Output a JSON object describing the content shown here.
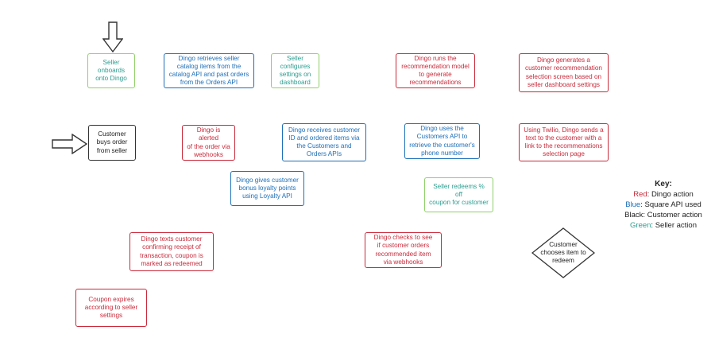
{
  "colors": {
    "red": "#c92a3a",
    "blue": "#1d6fb8",
    "black": "#222222",
    "green": "#2a9d8f",
    "green_border": "#8fd06a"
  },
  "boxes": {
    "seller_onboards": "Seller\nonboards\nonto Dingo",
    "retrieves_catalog": "Dingo retrieves seller\ncatalog items from the\ncatalog API and past orders\nfrom the Orders API",
    "seller_configures": "Seller\nconfigures\nsettings on\ndashboard",
    "runs_model": "Dingo runs the\nrecommendation model\nto generate\nrecommendations",
    "generates_screen": "Dingo generates a\ncustomer recommendation\nselection screen based on\nseller dashboard settings",
    "customer_buys": "Customer\nbuys order\nfrom seller",
    "alerted": "Dingo is alerted\nof the order via\nwebhooks",
    "receives_id": "Dingo receives customer\nID and ordered items via\nthe Customers and\nOrders APIs",
    "uses_customers_api": "Dingo uses the\nCustomers API to\nretrieve the customer's\nphone number",
    "twilio": "Using Twilio, Dingo sends a\ntext to the customer with a\nlink to the recommenations\nselection page",
    "loyalty": "Dingo gives customer\nbonus loyalty points\nusing Loyalty API",
    "seller_redeems": "Seller redeems % off\ncoupon for customer",
    "texts_customer": "Dingo texts customer\nconfirming receipt of\ntransaction, coupon is\nmarked as redeemed",
    "checks": "Dingo checks to see\nif customer orders\nrecommended item\nvia webhooks",
    "customer_chooses": "Customer\nchooses item to\nredeem",
    "coupon_expires": "Coupon expires\naccording to seller\nsettings"
  },
  "key": {
    "title": "Key:",
    "red_word": "Red",
    "red_desc": ": Dingo action",
    "blue_word": "Blue",
    "blue_desc": ": Square API used",
    "black_word": "Black",
    "black_desc": ": Customer action",
    "green_word": "Green",
    "green_desc": ": Seller action"
  }
}
